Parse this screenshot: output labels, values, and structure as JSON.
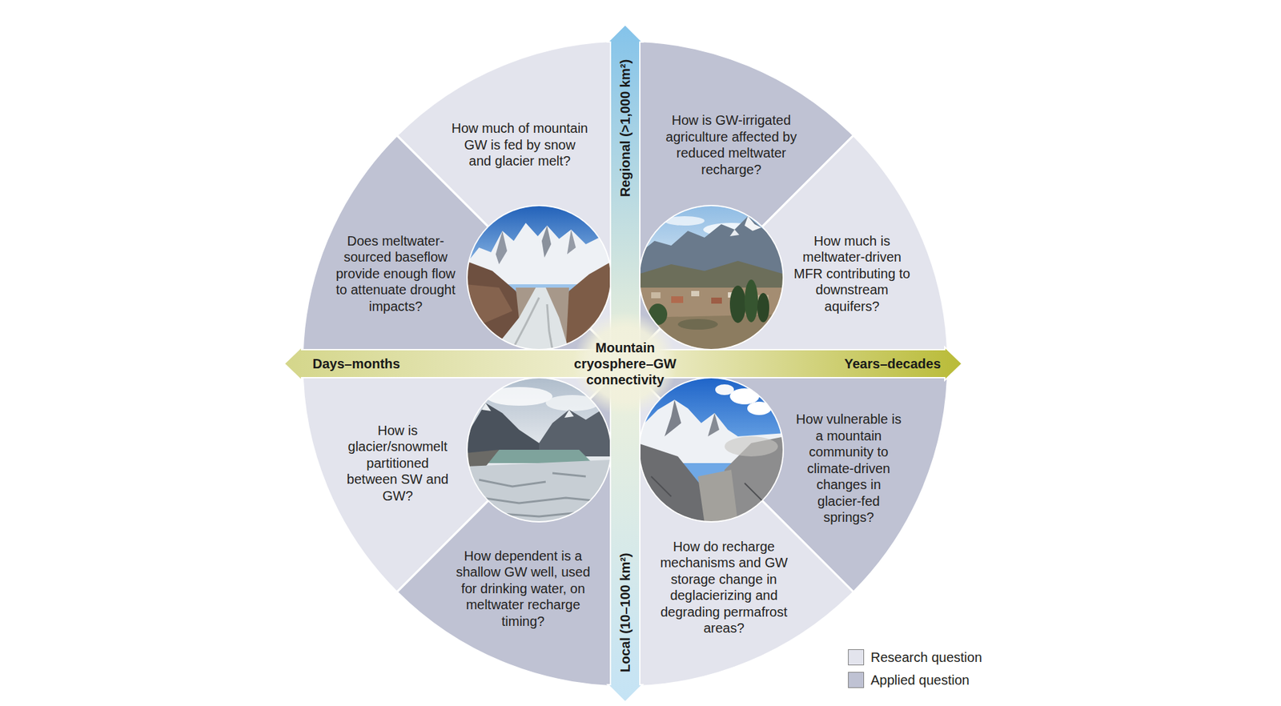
{
  "diagram": {
    "nodes": [
      {
        "text": [
          "How much of mountain GW is fed by snow and glacier melt?"
        ]
      },
      {
        "text": [
          "How is GW-irrigated agriculture affected by reduced meltwater recharge?"
        ]
      },
      {
        "text": [
          "Does meltwater-sourced baseflow provide enough flow to attenuate drought impacts?"
        ]
      },
      {
        "text": [
          "How much is meltwater-driven MFR contributing to downstream aquifers?"
        ]
      },
      {
        "text": [
          "How is glacier/snowmelt partitioned between SW and GW?"
        ]
      },
      {
        "text": [
          "How vulnerable is a mountain community to climate-driven changes in glacier-fed springs?"
        ]
      },
      {
        "text": [
          "How dependent is a shallow GW well, used for drinking water, on meltwater recharge timing?"
        ]
      },
      {
        "text": [
          "How do recharge mechanisms and GW storage change in deglacierizing and degrading permafrost areas?"
        ]
      }
    ],
    "labels": [
      "Regional (>1,000 km²)",
      "Local (10–100 km²)",
      "Days–months",
      "Years–decades",
      "Mountain cryosphere–GW connectivity"
    ],
    "legend": [
      {
        "text": "Research question",
        "color": "#e3e4ed"
      },
      {
        "text": "Applied question",
        "color": "#bfc2d3"
      }
    ]
  }
}
